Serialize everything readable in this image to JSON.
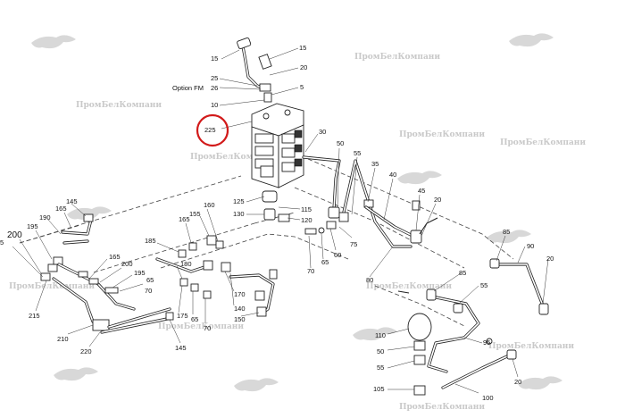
{
  "watermark_text": "ПромБелКомпани",
  "highlight_color": "#d21a1a",
  "option_label": "Option FM",
  "labels": {
    "l15a": "15",
    "l15b": "15",
    "l20a": "20",
    "l25": "25",
    "l26": "26",
    "l5a": "5",
    "l10a": "10",
    "l225": "225",
    "l30a": "30",
    "l50a": "50",
    "l55a": "55",
    "l35": "35",
    "l40": "40",
    "l45a": "45",
    "l20b": "20",
    "l125": "125",
    "l130": "130",
    "l115": "115",
    "l120": "120",
    "l75": "75",
    "l60": "60",
    "l65a": "65",
    "l70a": "70",
    "l80": "80",
    "l85a": "85",
    "l90": "90",
    "l20c": "20",
    "l85b": "85",
    "l55b": "55",
    "l110": "110",
    "l50b": "50",
    "l95": "95",
    "l55c": "55",
    "l105": "105",
    "l100": "100",
    "l145a": "145",
    "l165a": "165",
    "l190": "190",
    "l195a": "195",
    "l200a": "200",
    "l5b": "5",
    "l215": "215",
    "l165b": "165",
    "l200b": "200",
    "l195b": "195",
    "l65b": "65",
    "l70b": "70",
    "l210": "210",
    "l220": "220",
    "l185": "185",
    "l165c": "165",
    "l155": "155",
    "l160": "160",
    "l180": "180",
    "l175": "175",
    "l65c": "65",
    "l70c": "70",
    "l170": "170",
    "l145b": "145",
    "l140": "140",
    "l150": "150"
  }
}
